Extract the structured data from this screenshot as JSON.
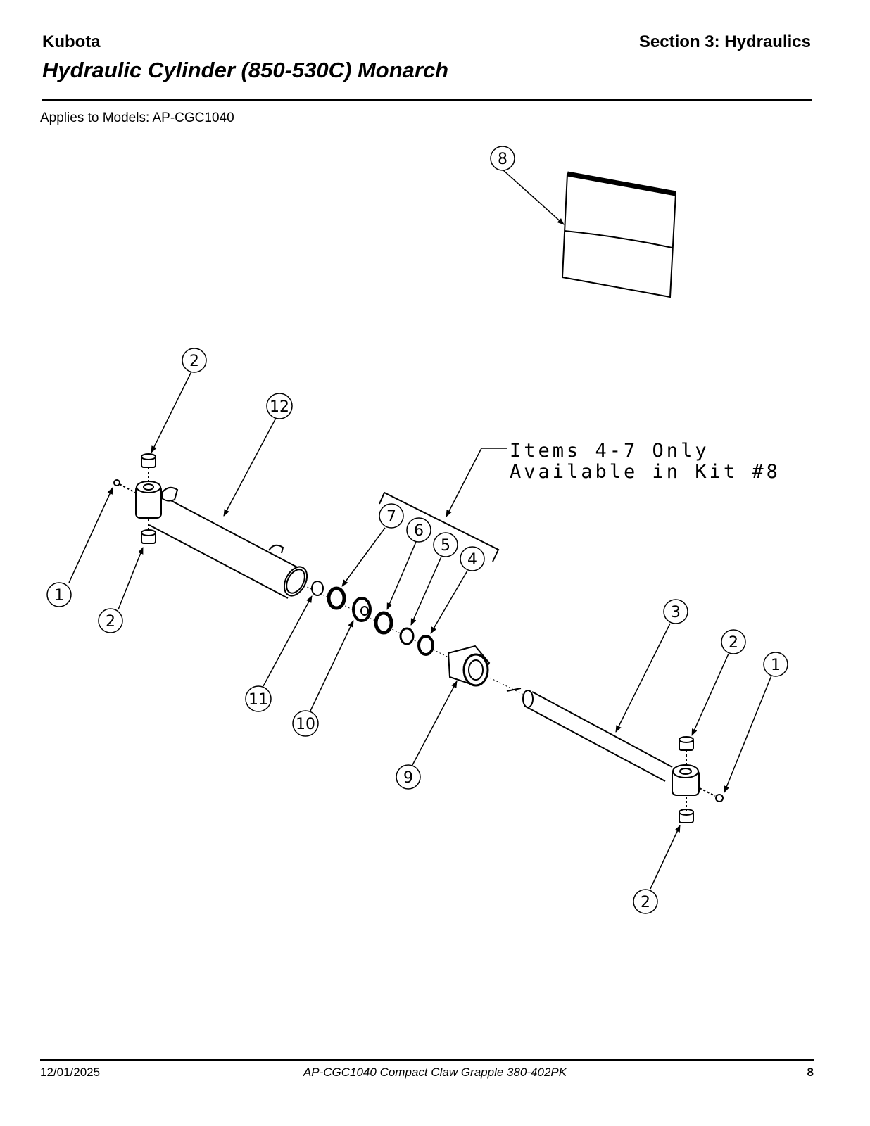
{
  "header": {
    "brand": "Kubota",
    "section": "Section 3: Hydraulics",
    "title": "Hydraulic Cylinder (850-530C) Monarch"
  },
  "applies_to": "Applies to Models: AP-CGC1040",
  "diagram": {
    "note_line1": "Items 4-7 Only",
    "note_line2": "Available in Kit #8",
    "callouts": [
      "8",
      "2",
      "12",
      "1",
      "2",
      "7",
      "6",
      "5",
      "4",
      "11",
      "10",
      "9",
      "3",
      "2",
      "1",
      "2"
    ]
  },
  "footer": {
    "date": "12/01/2025",
    "document": "AP-CGC1040  Compact Claw Grapple  380-402PK",
    "page": "8"
  }
}
